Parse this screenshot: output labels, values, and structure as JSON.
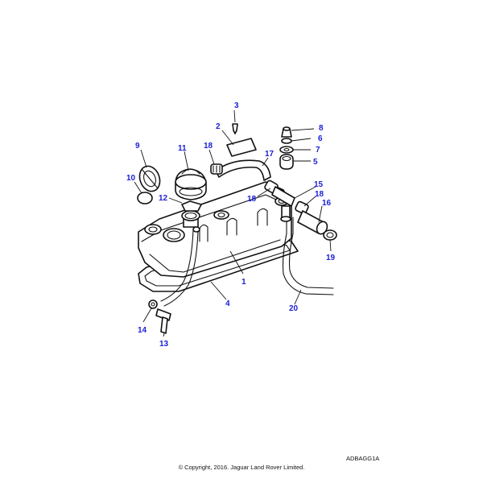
{
  "diagram": {
    "label_color": "#1a1fd6",
    "part_numbers": [
      "1",
      "2",
      "3",
      "4",
      "5",
      "6",
      "7",
      "8",
      "9",
      "10",
      "11",
      "12",
      "13",
      "14",
      "15",
      "16",
      "17",
      "18",
      "18",
      "18",
      "19",
      "20"
    ],
    "drawing_code": "ADBAGG1A",
    "copyright": "© Copyright, 2016. Jaguar Land Rover Limited."
  }
}
